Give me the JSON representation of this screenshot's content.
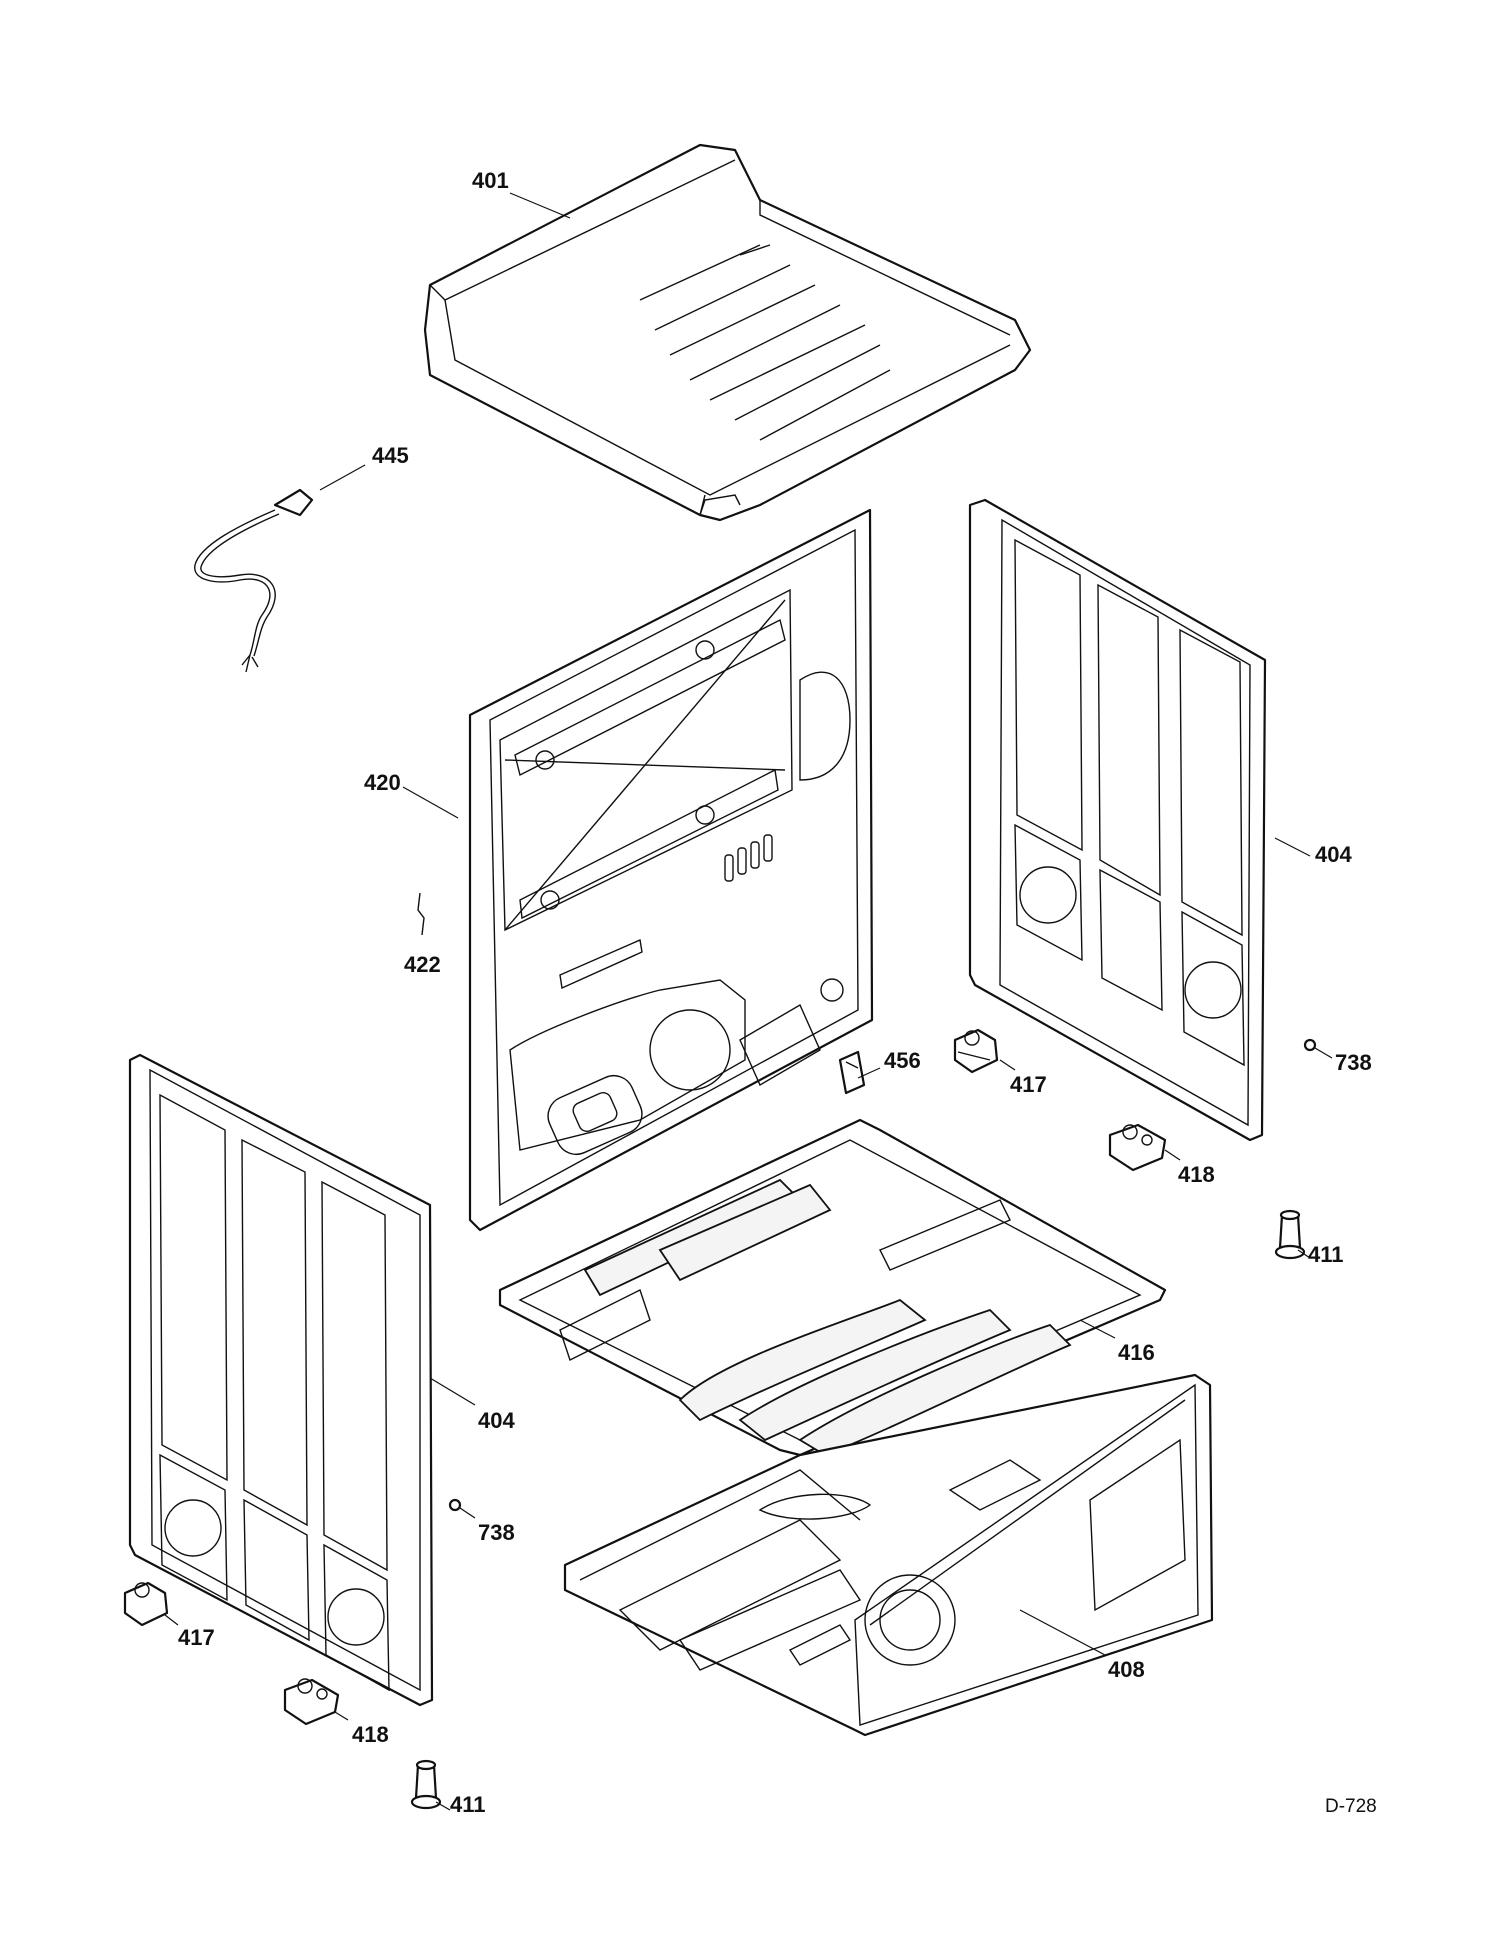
{
  "doc_id": "D-728",
  "callouts": {
    "c401": "401",
    "c445": "445",
    "c420": "420",
    "c422": "422",
    "c404_right": "404",
    "c456": "456",
    "c417_upper": "417",
    "c738_right": "738",
    "c418_upper": "418",
    "c411_right": "411",
    "c416": "416",
    "c404_left": "404",
    "c738_left": "738",
    "c408": "408",
    "c417_lower": "417",
    "c418_lower": "418",
    "c411_lower": "411"
  }
}
